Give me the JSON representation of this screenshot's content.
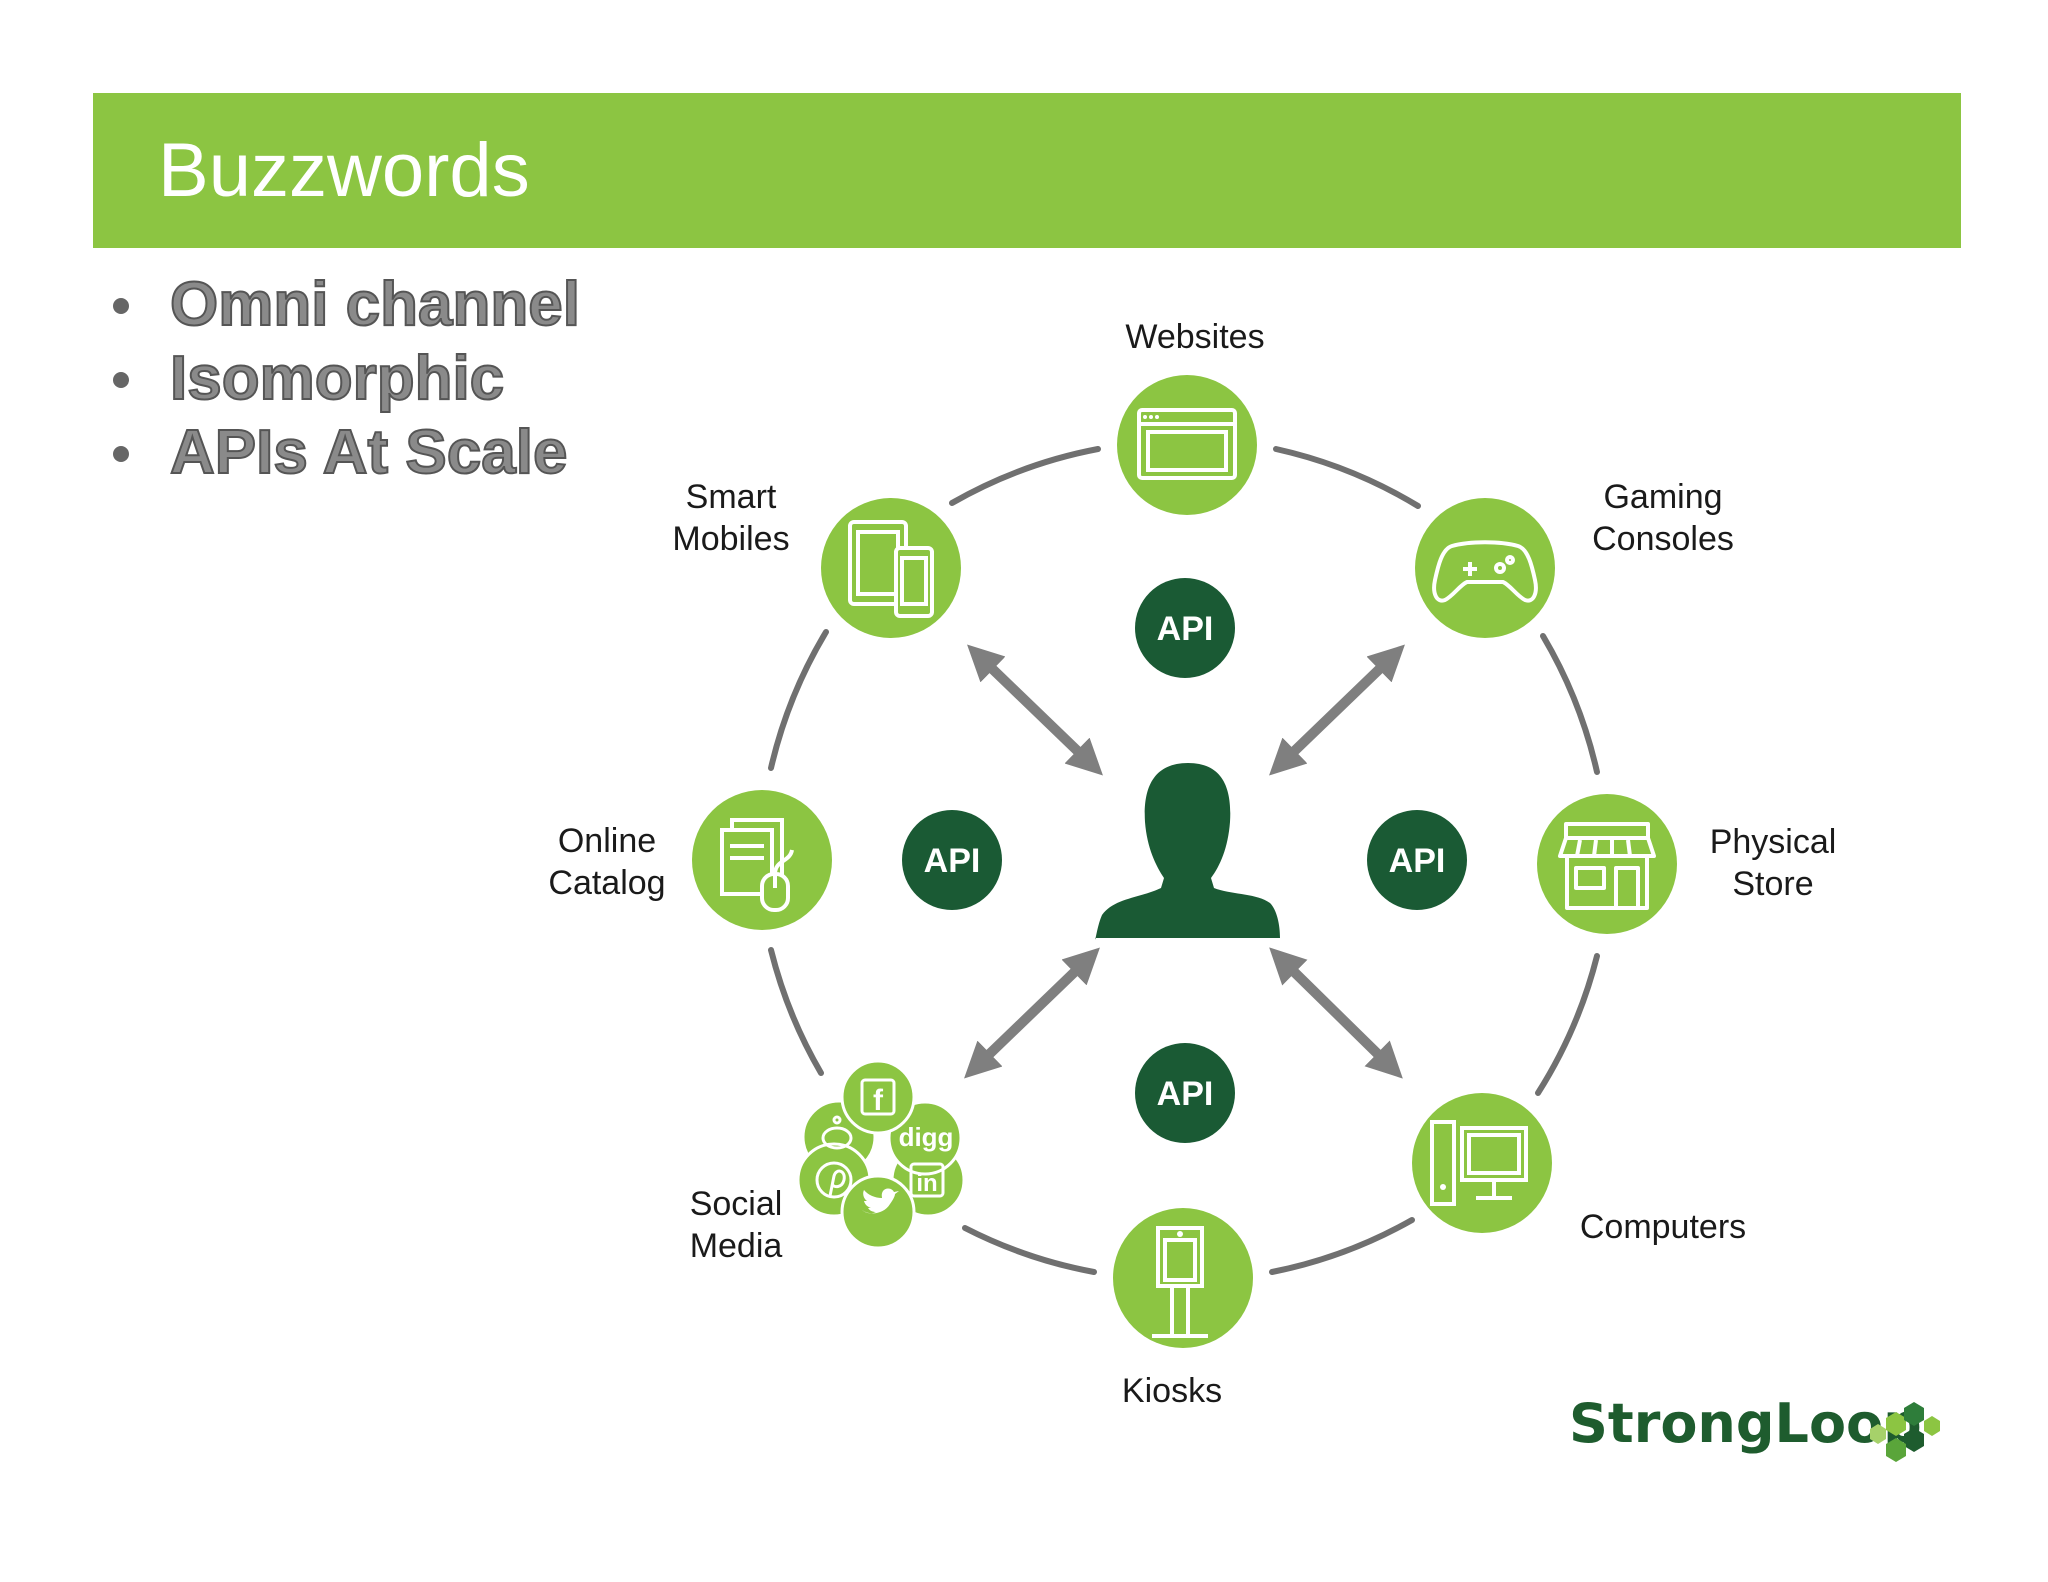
{
  "slide": {
    "title": "Buzzwords",
    "bullets": [
      "Omni channel",
      "Isomorphic",
      "APIs At Scale"
    ]
  },
  "diagram": {
    "nodes": [
      {
        "id": "websites",
        "label_lines": [
          "Websites"
        ],
        "icon": "browser-window-icon"
      },
      {
        "id": "gaming",
        "label_lines": [
          "Gaming",
          "Consoles"
        ],
        "icon": "gamepad-icon"
      },
      {
        "id": "physical-store",
        "label_lines": [
          "Physical",
          "Store"
        ],
        "icon": "storefront-icon"
      },
      {
        "id": "computers",
        "label_lines": [
          "Computers"
        ],
        "icon": "desktop-computer-icon"
      },
      {
        "id": "kiosks",
        "label_lines": [
          "Kiosks"
        ],
        "icon": "kiosk-icon"
      },
      {
        "id": "social-media",
        "label_lines": [
          "Social",
          "Media"
        ],
        "icon": "social-network-icons"
      },
      {
        "id": "online-catalog",
        "label_lines": [
          "Online",
          "Catalog"
        ],
        "icon": "catalog-mouse-icon"
      },
      {
        "id": "smart-mobiles",
        "label_lines": [
          "Smart",
          "Mobiles"
        ],
        "icon": "tablet-phone-icon"
      }
    ],
    "api_label": "API",
    "social_labels": {
      "facebook": "f",
      "digg": "digg",
      "linkedin": "in"
    },
    "center": "user-silhouette-icon",
    "colors": {
      "node_green": "#8cc542",
      "api_dark": "#1a5a34",
      "arrow": "#7f7f7f",
      "ring": "#707070"
    }
  },
  "brand": {
    "logo_text": "StrongLoop",
    "logo_color": "#1e5c2e"
  }
}
